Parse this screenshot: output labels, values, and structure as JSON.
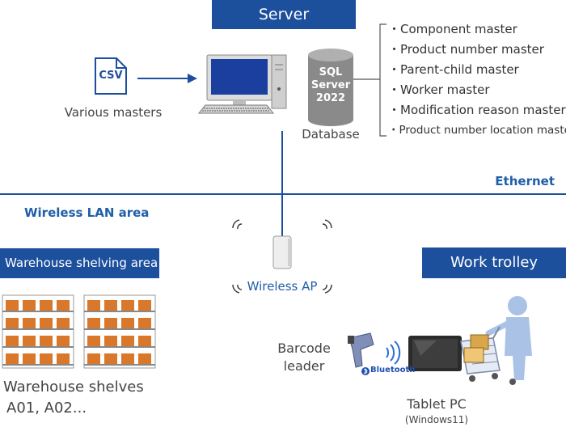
{
  "server": {
    "title": "Server"
  },
  "csv": {
    "label": "CSV",
    "caption": "Various masters"
  },
  "database": {
    "lines": [
      "SQL",
      "Server",
      "2022"
    ],
    "caption": "Database"
  },
  "masters": [
    "Component master",
    "Product number master",
    "Parent-child master",
    "Worker master",
    "Modification reason master",
    "Product number location master"
  ],
  "network": {
    "ethernet": "Ethernet",
    "wireless_area": "Wireless LAN area",
    "ap": "Wireless AP"
  },
  "warehouse": {
    "title": "Warehouse shelving area",
    "caption_line1": "Warehouse shelves",
    "caption_line2": "A01, A02..."
  },
  "trolley": {
    "title": "Work trolley",
    "barcode_line1": "Barcode",
    "barcode_line2": "leader",
    "bluetooth": "Bluetooth",
    "tablet": "Tablet PC",
    "tablet_os": "(Windows11)"
  },
  "colors": {
    "header": "#1c4f9c",
    "accent": "#1f5fa8",
    "box": "#d9782a"
  }
}
